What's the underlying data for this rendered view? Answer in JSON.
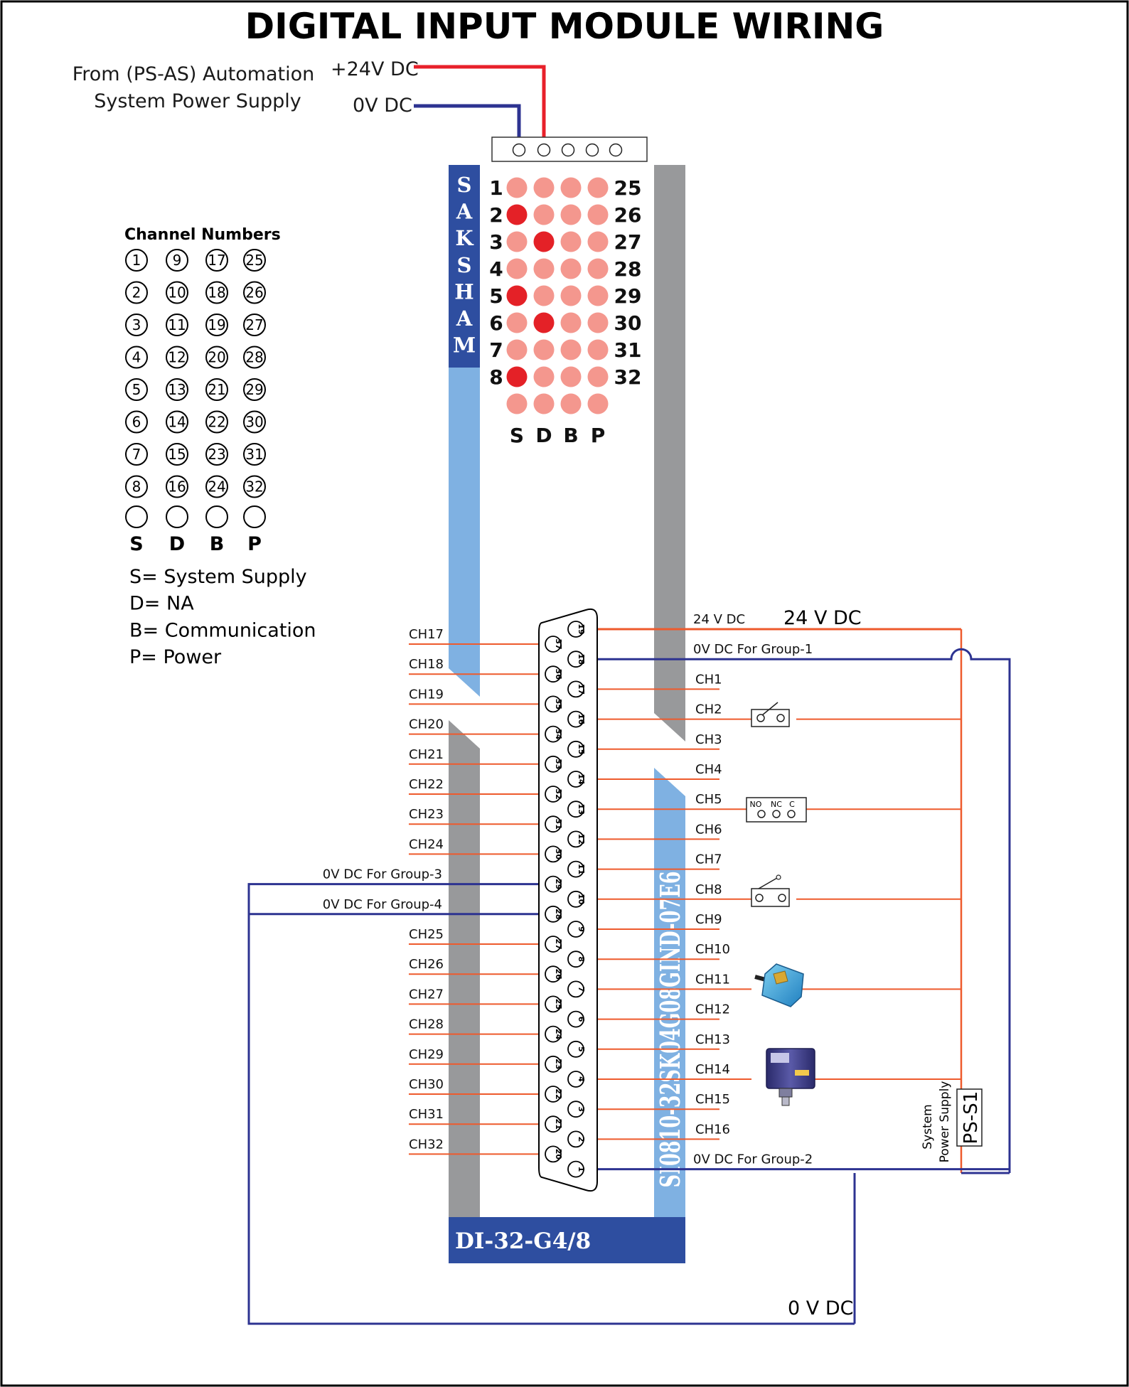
{
  "title": "DIGITAL INPUT MODULE WIRING",
  "source": {
    "line1": "From (PS-AS) Automation",
    "line2": "System Power Supply",
    "plus_label": "+24V DC",
    "zero_label": "0V DC"
  },
  "brand_letters": [
    "S",
    "A",
    "K",
    "S",
    "H",
    "A",
    "M"
  ],
  "led_panel": {
    "left_numbers": [
      "1",
      "2",
      "3",
      "4",
      "5",
      "6",
      "7",
      "8"
    ],
    "right_numbers": [
      "25",
      "26",
      "27",
      "28",
      "29",
      "30",
      "31",
      "32"
    ],
    "bottom_letters": [
      "S",
      "D",
      "B",
      "P"
    ],
    "lit": [
      [
        2,
        0
      ],
      [
        5,
        0
      ],
      [
        8,
        0
      ],
      [
        3,
        1
      ],
      [
        6,
        1
      ]
    ]
  },
  "legend": {
    "heading": "Channel Numbers",
    "columns": [
      [
        "1",
        "2",
        "3",
        "4",
        "5",
        "6",
        "7",
        "8"
      ],
      [
        "9",
        "10",
        "11",
        "12",
        "13",
        "14",
        "15",
        "16"
      ],
      [
        "17",
        "18",
        "19",
        "20",
        "21",
        "22",
        "23",
        "24"
      ],
      [
        "25",
        "26",
        "27",
        "28",
        "29",
        "30",
        "31",
        "32"
      ]
    ],
    "letters": [
      "S",
      "D",
      "B",
      "P"
    ],
    "definitions": [
      "S= System Supply",
      "D= NA",
      "B= Communication",
      "P= Power"
    ]
  },
  "connector": {
    "left_labels": [
      "CH17",
      "CH18",
      "CH19",
      "CH20",
      "CH21",
      "CH22",
      "CH23",
      "CH24",
      "0V DC For Group-3",
      "0V DC For Group-4",
      "CH25",
      "CH26",
      "CH27",
      "CH28",
      "CH29",
      "CH30",
      "CH31",
      "CH32"
    ],
    "left_pins": [
      "37",
      "36",
      "35",
      "34",
      "33",
      "32",
      "31",
      "30",
      "29",
      "28",
      "27",
      "26",
      "25",
      "24",
      "23",
      "22",
      "21",
      "20"
    ],
    "right_labels": [
      "24 V DC",
      "0V DC For Group-1",
      "CH1",
      "CH2",
      "CH3",
      "CH4",
      "CH5",
      "CH6",
      "CH7",
      "CH8",
      "CH9",
      "CH10",
      "CH11",
      "CH12",
      "CH13",
      "CH14",
      "CH15",
      "CH16",
      "0V DC For Group-2"
    ],
    "right_pins": [
      "19",
      "18",
      "17",
      "16",
      "15",
      "14",
      "13",
      "12",
      "11",
      "10",
      "9",
      "8",
      "7",
      "6",
      "5",
      "4",
      "3",
      "2",
      "1"
    ]
  },
  "bus_24v_label": "24 V DC",
  "bus_0v_label": "0 V DC",
  "switch_contacts": [
    "NO",
    "NC",
    "C"
  ],
  "module_model": "SI0810-32SK04G08GIND-07E6",
  "part_number": "DI-32-G4/8",
  "power_supply": {
    "label": "PS-S1",
    "line1": "System",
    "line2": "Power Supply"
  },
  "colors": {
    "red_wire": "#e8202a",
    "blue_wire": "#2d3391",
    "orange_wire": "#ee5a2c",
    "gray_bar": "#98999b",
    "light_blue_bar": "#7fb1e2",
    "dark_blue": "#2e4ea0",
    "led_off": "#f4978e",
    "led_on": "#e42127"
  }
}
